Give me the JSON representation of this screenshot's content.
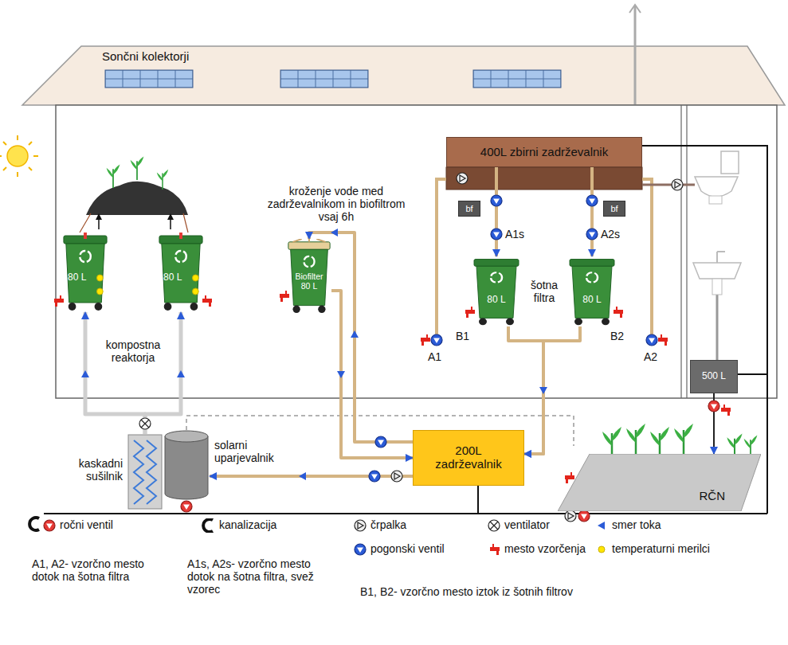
{
  "diagram": {
    "nodes": [
      {
        "text": [
          "400L zbirni zadrževalnik"
        ]
      },
      {
        "text": [
          "bf"
        ]
      },
      {
        "text": [
          "bf"
        ]
      },
      {
        "text": [
          "80 L"
        ]
      },
      {
        "text": [
          "80 L"
        ]
      },
      {
        "text": [
          "Biofilter",
          "80 L"
        ]
      },
      {
        "text": [
          "80 L"
        ]
      },
      {
        "text": [
          "80 L"
        ]
      },
      {
        "text": [
          "500 L"
        ]
      },
      {
        "text": [
          "kaskadni sušilnik"
        ]
      },
      {
        "text": [
          "solarni uparjevalnik"
        ]
      },
      {
        "text": [
          "200L zadrževalnik"
        ]
      },
      {
        "text": [
          "RČN"
        ]
      }
    ],
    "edges": [
      {
        "from": 0,
        "to": 6,
        "arrow": "to"
      },
      {
        "from": 0,
        "to": 7,
        "arrow": "to"
      },
      {
        "from": 6,
        "to": 11,
        "arrow": "to"
      },
      {
        "from": 7,
        "to": 11,
        "arrow": "to"
      },
      {
        "from": 11,
        "to": 5,
        "arrow": "to"
      },
      {
        "from": 5,
        "to": 11,
        "arrow": "to"
      },
      {
        "from": 11,
        "to": 10,
        "arrow": "to"
      },
      {
        "from": 9,
        "to": 3,
        "arrow": "to"
      },
      {
        "from": 9,
        "to": 4,
        "arrow": "to"
      },
      {
        "from": 8,
        "to": 12,
        "arrow": "to"
      }
    ],
    "labels": [
      "Sončni kolektorji",
      "kroženje vode med zadrževalnikom in biofiltrom vsaj 6h",
      "A1s",
      "A2s",
      "A1",
      "šotna filtra",
      "A2",
      "B1",
      "B2",
      "kompostna reaktorja",
      "A1, A2- vzorčno mesto dotok na šotna filtra",
      "A1s, A2s- vzorčno mesto dotok na šotna filtra, svež vzorec",
      "B1, B2- vzorčno mesto iztok iz šotnih filtrov"
    ],
    "legend": [
      {
        "text": "ročni ventil"
      },
      {
        "text": "kanalizacija"
      },
      {
        "text": "črpalka"
      },
      {
        "text": "pogonski ventil"
      },
      {
        "text": "ventilator"
      },
      {
        "text": "mesto vzorčenja"
      },
      {
        "text": "smer toka"
      },
      {
        "text": "temperaturni merilci"
      }
    ]
  }
}
